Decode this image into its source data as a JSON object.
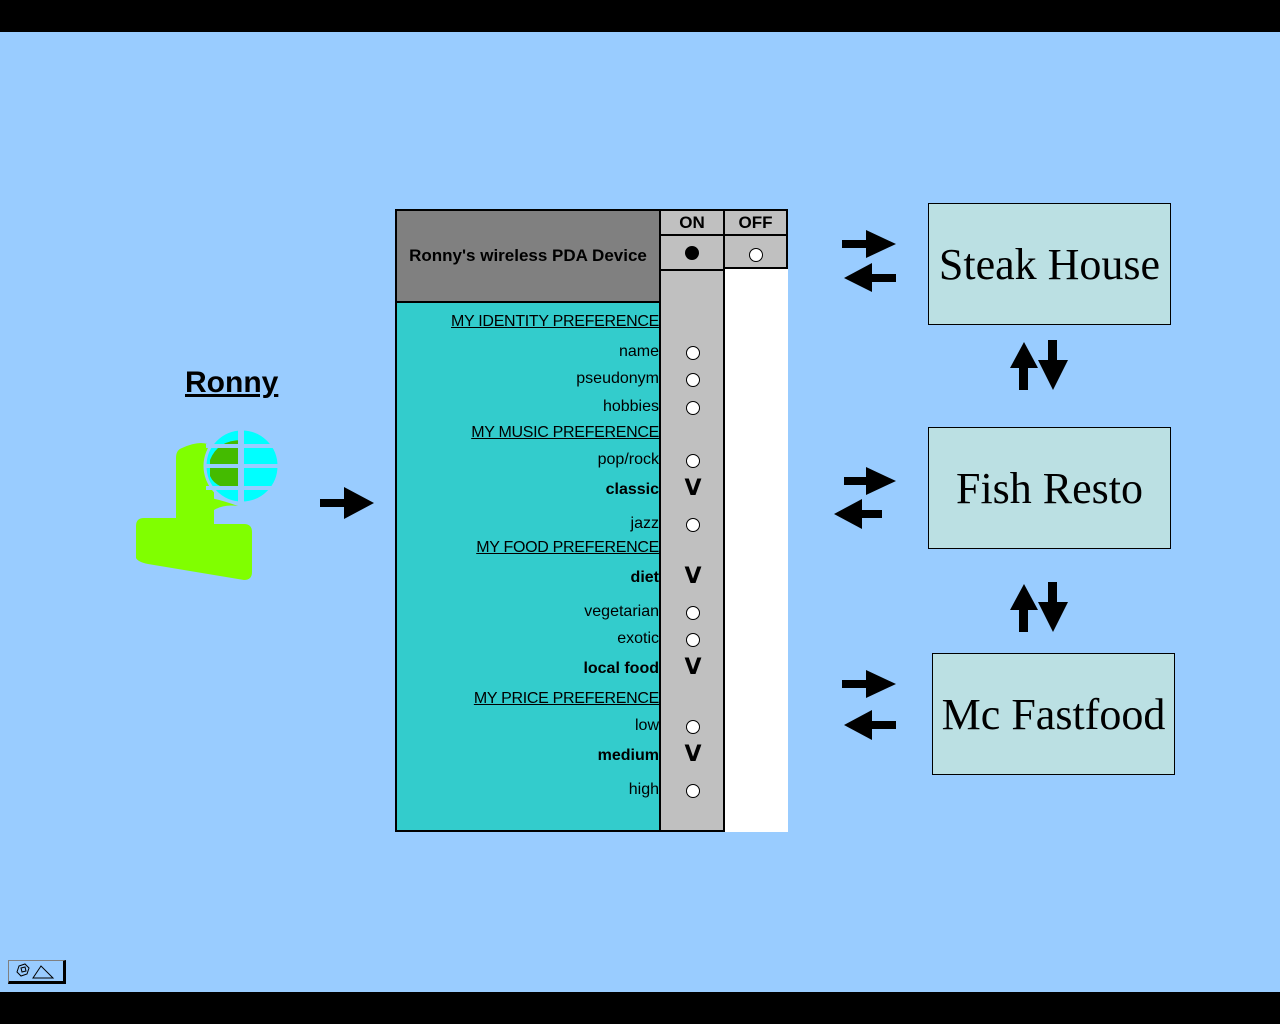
{
  "user": {
    "name": "Ronny",
    "icon": "person-globe-icon"
  },
  "device": {
    "title": "Ronny's wireless PDA Device",
    "on_label": "ON",
    "off_label": "OFF",
    "state": "on"
  },
  "preferences": [
    {
      "type": "section",
      "label": "MY IDENTITY PREFERENCE"
    },
    {
      "type": "item",
      "label": "name",
      "selected": false
    },
    {
      "type": "item",
      "label": "pseudonym",
      "selected": false
    },
    {
      "type": "item",
      "label": "hobbies",
      "selected": false
    },
    {
      "type": "section",
      "label": "MY MUSIC PREFERENCE"
    },
    {
      "type": "item",
      "label": "pop/rock",
      "selected": false
    },
    {
      "type": "item",
      "label": "classic",
      "selected": true
    },
    {
      "type": "item",
      "label": "jazz",
      "selected": false
    },
    {
      "type": "section",
      "label": "MY FOOD PREFERENCE"
    },
    {
      "type": "item",
      "label": "diet",
      "selected": true
    },
    {
      "type": "item",
      "label": "vegetarian",
      "selected": false
    },
    {
      "type": "item",
      "label": "exotic",
      "selected": false
    },
    {
      "type": "item",
      "label": "local food",
      "selected": true
    },
    {
      "type": "section",
      "label": "MY PRICE PREFERENCE"
    },
    {
      "type": "item",
      "label": "low",
      "selected": false
    },
    {
      "type": "item",
      "label": "medium",
      "selected": true
    },
    {
      "type": "item",
      "label": "high",
      "selected": false
    }
  ],
  "check_glyph": "V",
  "restaurants": [
    {
      "name": "Steak House"
    },
    {
      "name": "Fish Resto"
    },
    {
      "name": "Mc Fastfood"
    }
  ],
  "colors": {
    "background": "#99ccff",
    "title_panel": "#808080",
    "list_panel": "#33cccc",
    "toggle_column": "#c0c0c0",
    "restaurant_box": "#bbe0e3",
    "user_body": "#80ff00",
    "globe": "#00ffff"
  }
}
